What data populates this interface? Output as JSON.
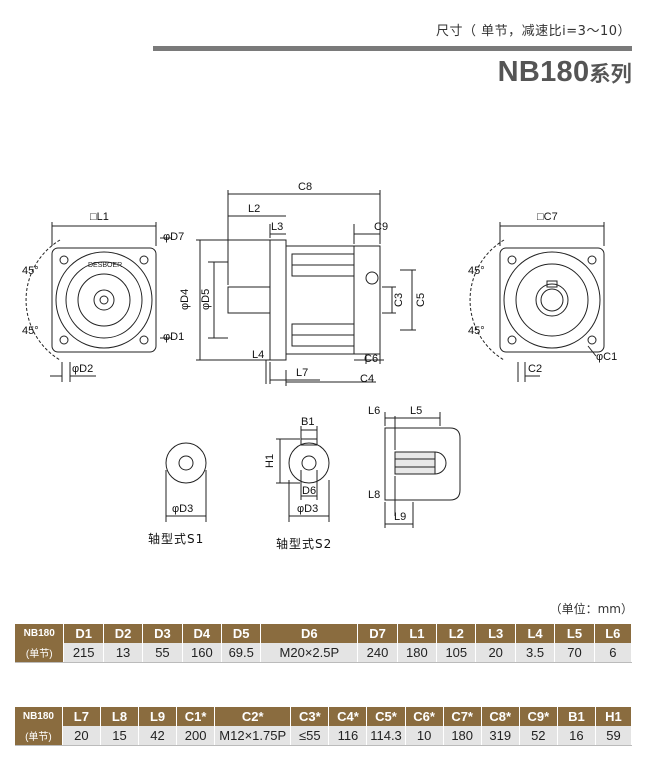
{
  "header": {
    "subtitle": "尺寸（ 单节，减速比i=3～10）",
    "title_main": "NB180",
    "title_suffix": "系列"
  },
  "drawing": {
    "dimension_labels": {
      "L1": "□L1",
      "D7": "φD7",
      "D1": "φD1",
      "D2": "φD2",
      "angle1": "45°",
      "angle2": "45°",
      "C8": "C8",
      "L2": "L2",
      "L3": "L3",
      "C9": "C9",
      "D4": "φD4",
      "D5": "φD5",
      "C3": "C3",
      "C5": "C5",
      "L4": "L4",
      "L7": "L7",
      "C6": "C6",
      "C4": "C4",
      "C7": "□C7",
      "angle3": "45°",
      "angle4": "45°",
      "C2": "C2",
      "C1": "φC1",
      "D3a": "φD3",
      "B1": "B1",
      "H1": "H1",
      "D6": "D6",
      "D3b": "φD3",
      "L6": "L6",
      "L5": "L5",
      "L8": "L8",
      "L9": "L9"
    },
    "nameplate": "DESBOER",
    "shaft_s1_label": "轴型式S1",
    "shaft_s2_label": "轴型式S2"
  },
  "unit_note": "（单位：mm）",
  "tables": [
    {
      "model": "NB180",
      "section": "(单节)",
      "headers": [
        "D1",
        "D2",
        "D3",
        "D4",
        "D5",
        "D6",
        "D7",
        "L1",
        "L2",
        "L3",
        "L4",
        "L5",
        "L6"
      ],
      "values": [
        "215",
        "13",
        "55",
        "160",
        "69.5",
        "M20×2.5P",
        "240",
        "180",
        "105",
        "20",
        "3.5",
        "70",
        "6"
      ]
    },
    {
      "model": "NB180",
      "section": "(单节)",
      "headers": [
        "L7",
        "L8",
        "L9",
        "C1*",
        "C2*",
        "C3*",
        "C4*",
        "C5*",
        "C6*",
        "C7*",
        "C8*",
        "C9*",
        "B1",
        "H1"
      ],
      "values": [
        "20",
        "15",
        "42",
        "200",
        "M12×1.75P",
        "≤55",
        "116",
        "114.3",
        "10",
        "180",
        "319",
        "52",
        "16",
        "59"
      ]
    }
  ]
}
